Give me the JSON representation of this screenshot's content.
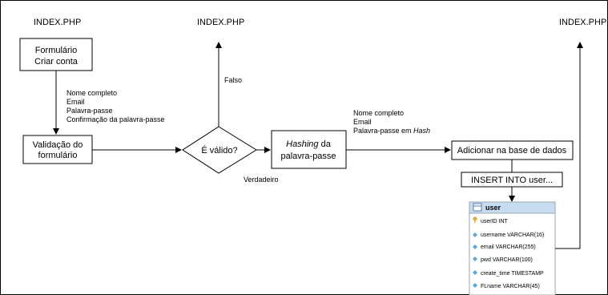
{
  "headers": {
    "index_left": "INDEX.PHP",
    "index_middle": "INDEX.PHP",
    "index_right": "INDEX.PHP"
  },
  "form_box": {
    "line1": "Formulário",
    "line2": "Criar conta"
  },
  "form_fields": [
    "Nome completo",
    "Email",
    "Palavra-passe",
    "Confirmação da palavra-passe"
  ],
  "validation_box": {
    "line1": "Validação do",
    "line2": "formulário"
  },
  "decision": {
    "label": "É válido?",
    "false_label": "Falso",
    "true_label": "Verdadeiro"
  },
  "hashing_box": {
    "line1_italic": "Hashing",
    "line1_rest": " da",
    "line2": "palavra-passe"
  },
  "hashed_fields": {
    "line1": "Nome completo",
    "line2": "Email",
    "line3_prefix": "Palavra-passe em ",
    "line3_italic": "Hash"
  },
  "add_db_box": {
    "label": "Adicionar na base de dados"
  },
  "insert_box": {
    "label": "INSERT INTO user..."
  },
  "table": {
    "name": "user",
    "columns": [
      "userID INT",
      "username VARCHAR(16)",
      "email VARCHAR(255)",
      "pwd VARCHAR(100)",
      "create_time TIMESTAMP",
      "FLname VARCHAR(45)"
    ]
  },
  "colors": {
    "table_header": "#c7dcf0",
    "key_icon": "#e8b92c",
    "diamond_icon": "#5aa9d6"
  }
}
